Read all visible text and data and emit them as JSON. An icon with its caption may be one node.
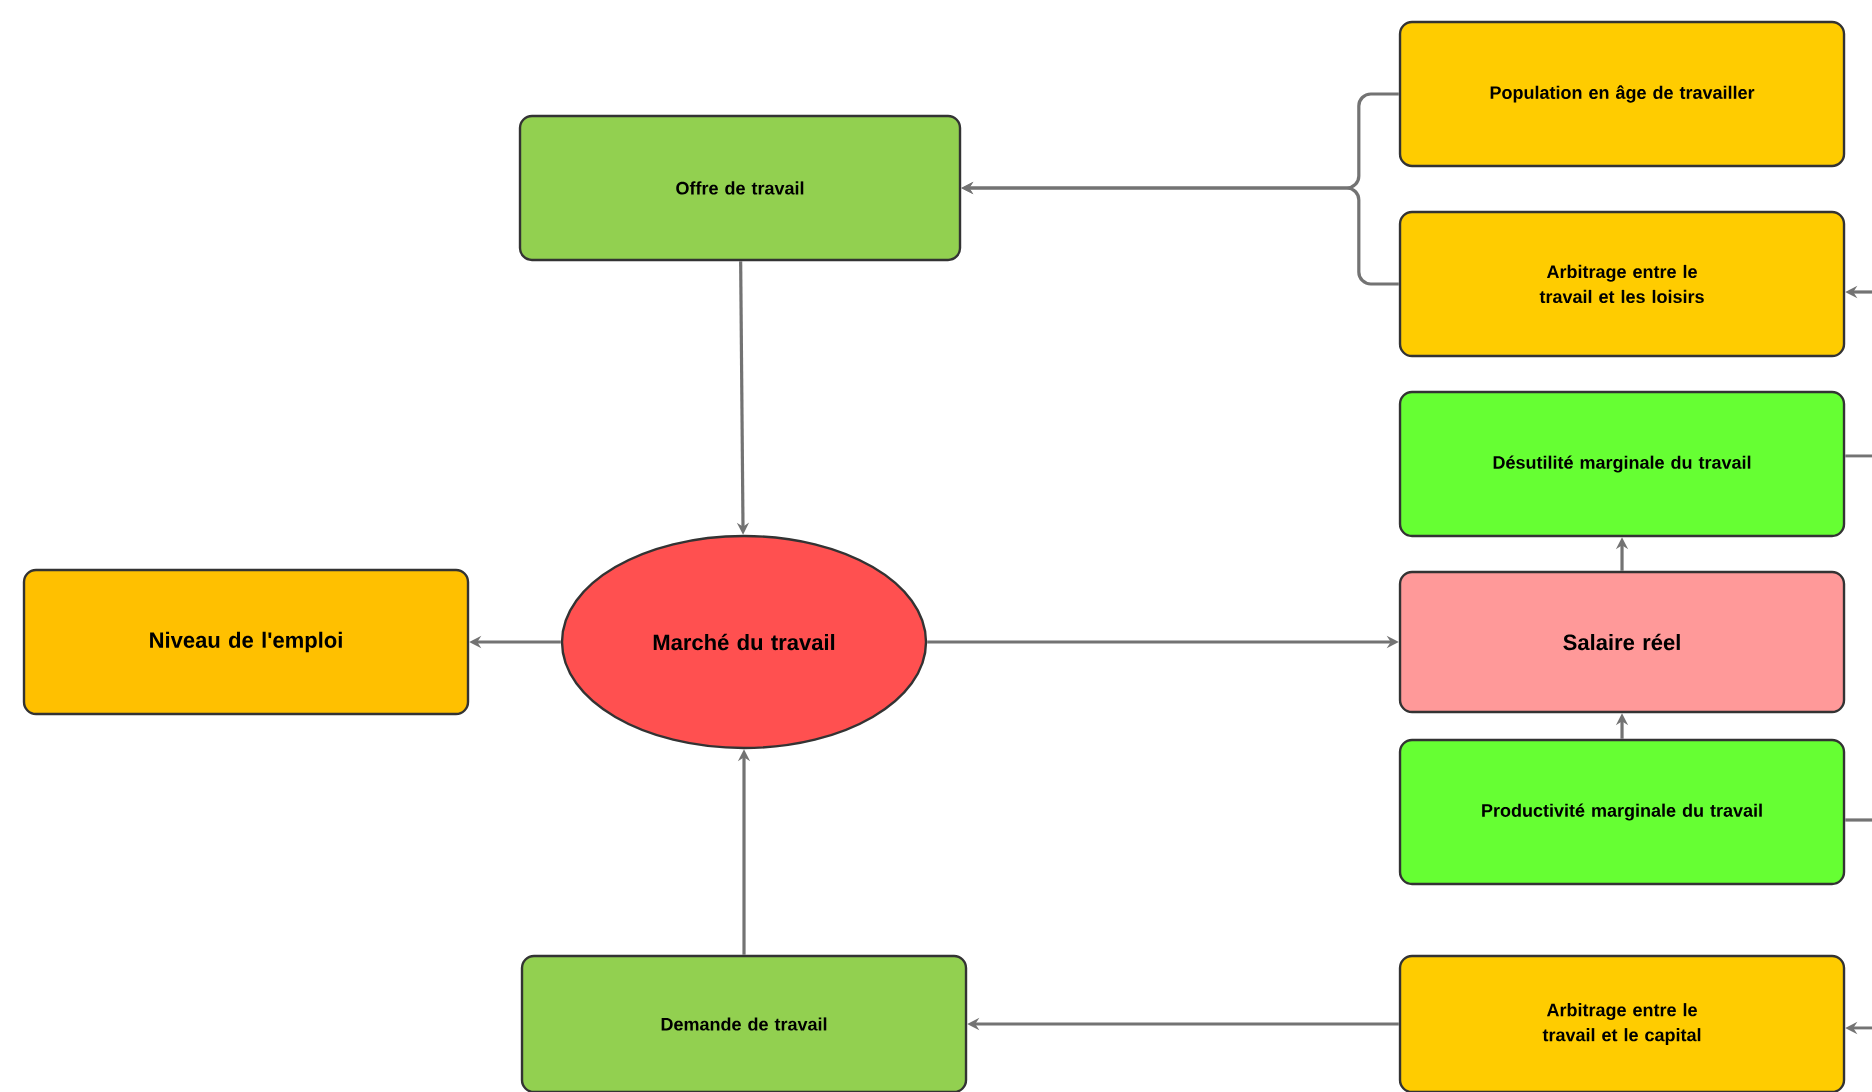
{
  "diagram": {
    "nodes": [
      {
        "text": [
          "Offre de travail"
        ]
      },
      {
        "text": [
          "Population en âge de travailler"
        ]
      },
      {
        "text": [
          "Arbitrage entre le travail et les loisirs"
        ]
      },
      {
        "text": [
          "Niveau de l'emploi"
        ]
      },
      {
        "text": [
          "Marché du travail"
        ]
      },
      {
        "text": [
          "Désutilité marginale du travail"
        ]
      },
      {
        "text": [
          "Salaire réel"
        ]
      },
      {
        "text": [
          "Productivité marginale du travail"
        ]
      },
      {
        "text": [
          "Demande de travail"
        ]
      },
      {
        "text": [
          "Arbitrage entre le travail et le capital"
        ]
      }
    ],
    "edges": [
      {
        "from": 1,
        "to": 0,
        "arrow": "to"
      },
      {
        "from": 2,
        "to": 0,
        "arrow": "to"
      },
      {
        "from": 0,
        "to": 4,
        "arrow": "to"
      },
      {
        "from": 4,
        "to": 3,
        "arrow": "to"
      },
      {
        "from": 4,
        "to": 6,
        "arrow": "to"
      },
      {
        "from": 8,
        "to": 4,
        "arrow": "to"
      },
      {
        "from": 9,
        "to": 8,
        "arrow": "to"
      },
      {
        "from": 6,
        "to": 5,
        "arrow": "to"
      },
      {
        "from": 7,
        "to": 6,
        "arrow": "to"
      },
      {
        "from": null,
        "to": 2,
        "arrow": "to"
      },
      {
        "from": 5,
        "to": null,
        "arrow": "none"
      },
      {
        "from": 7,
        "to": null,
        "arrow": "none"
      },
      {
        "from": null,
        "to": 9,
        "arrow": "to"
      }
    ]
  }
}
